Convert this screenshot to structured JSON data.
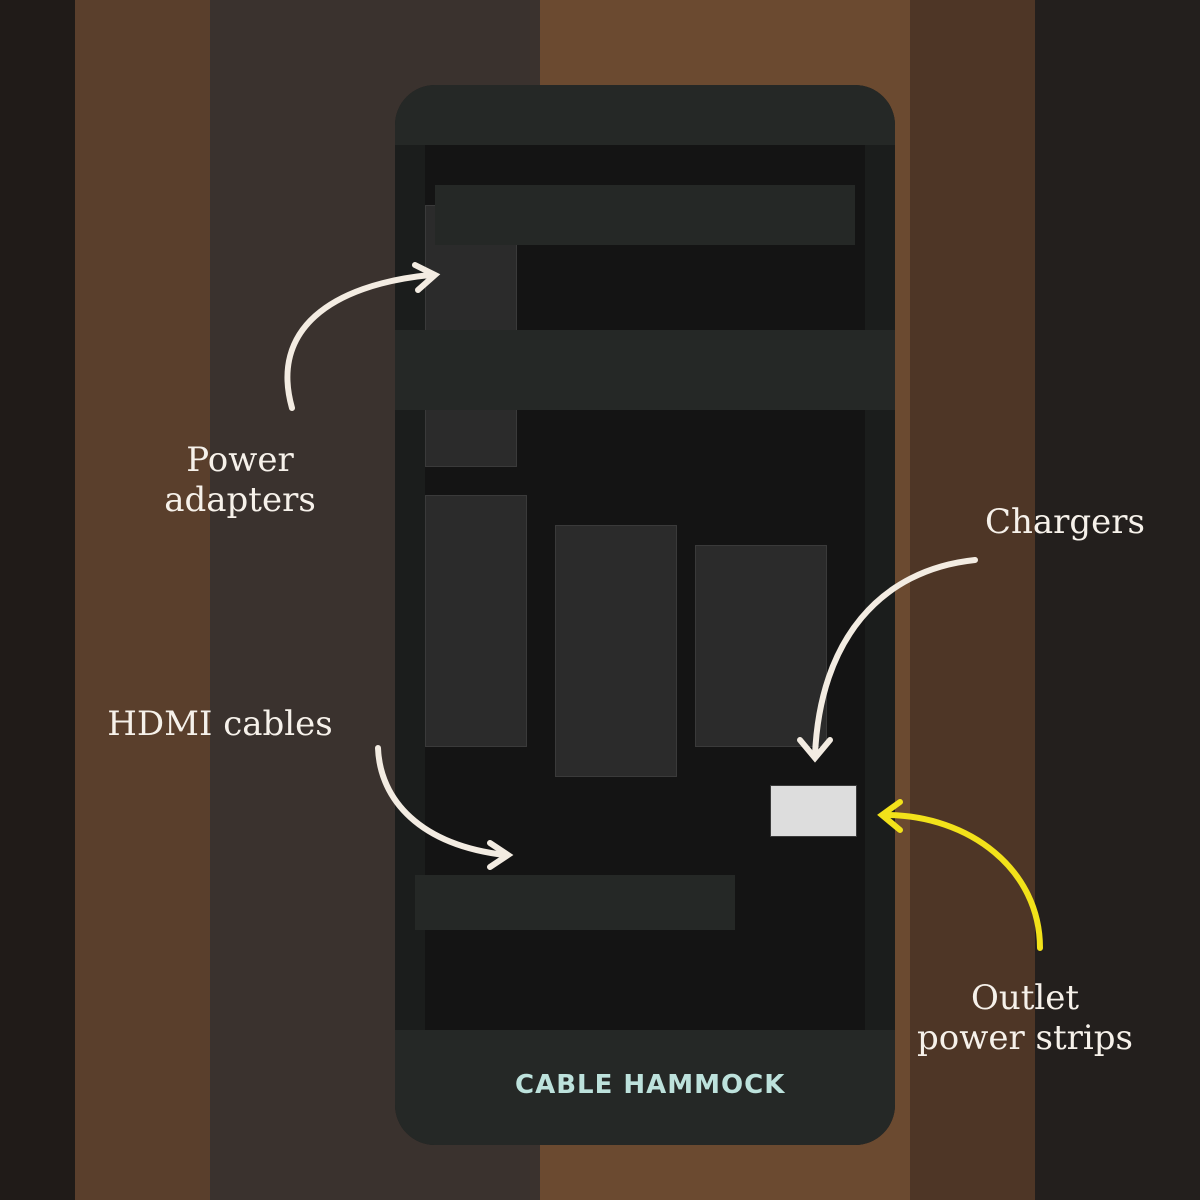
{
  "product": {
    "brand_text": "CABLE HAMMOCK"
  },
  "annotations": [
    {
      "id": "power-adapters",
      "line1": "Power",
      "line2": "adapters",
      "arrow_color": "#f3ece2"
    },
    {
      "id": "chargers",
      "line1": "Chargers",
      "arrow_color": "#f3ece2"
    },
    {
      "id": "hdmi-cables",
      "line1": "HDMI cables",
      "arrow_color": "#f3ece2"
    },
    {
      "id": "outlet-power-strips",
      "line1": "Outlet",
      "line2": "power strips",
      "arrow_color": "#f2e21a"
    }
  ]
}
